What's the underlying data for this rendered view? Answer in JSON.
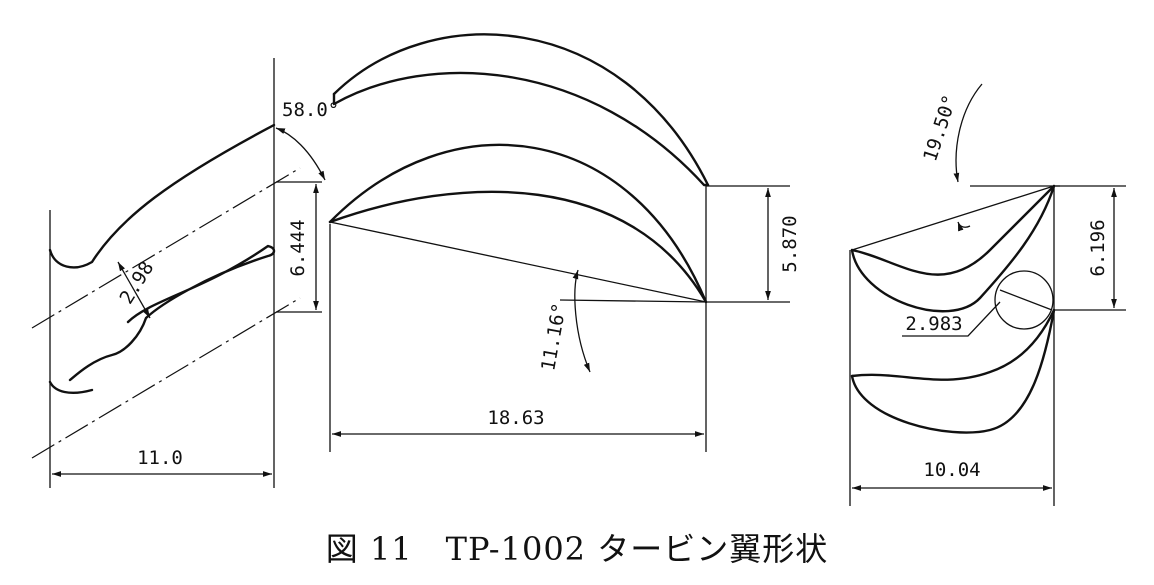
{
  "figure": {
    "caption": "図 11　TP-1002 タービン翼形状",
    "left_view": {
      "angle": "58.0°",
      "throat": "2.98",
      "pitch": "6.444",
      "axial_width": "11.0"
    },
    "middle_view": {
      "stagger_angle": "11.16°",
      "pitch": "5.870",
      "axial_chord": "18.63"
    },
    "right_view": {
      "angle": "19.50°",
      "pitch": "6.196",
      "radius": "2.983",
      "axial_width": "10.04"
    }
  }
}
